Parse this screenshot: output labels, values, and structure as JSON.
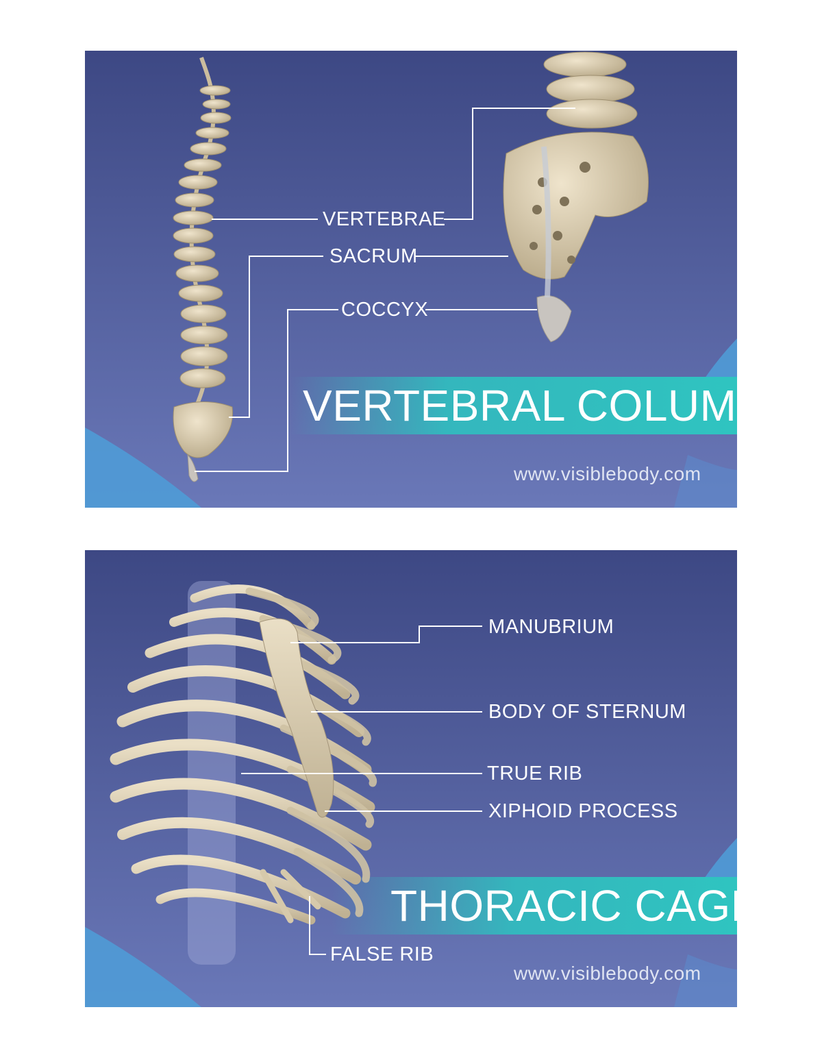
{
  "panels": [
    {
      "title": "VERTEBRAL COLUMN",
      "url": "www.visiblebody.com",
      "labels": {
        "vertebrae": "VERTEBRAE",
        "sacrum": "SACRUM",
        "coccyx": "COCCYX"
      }
    },
    {
      "title": "THORACIC CAGE",
      "url": "www.visiblebody.com",
      "labels": {
        "manubrium": "MANUBRIUM",
        "body_of_sternum": "BODY OF STERNUM",
        "true_rib": "TRUE RIB",
        "xiphoid_process": "XIPHOID PROCESS",
        "false_rib": "FALSE RIB"
      }
    }
  ],
  "colors": {
    "background_top": "#3e4a86",
    "background_bottom": "#6674b6",
    "title_band": "#2fbfbf",
    "corner_arc": "#4f9bd6",
    "bone": "#d9ccb0",
    "leader_line": "#ffffff"
  }
}
